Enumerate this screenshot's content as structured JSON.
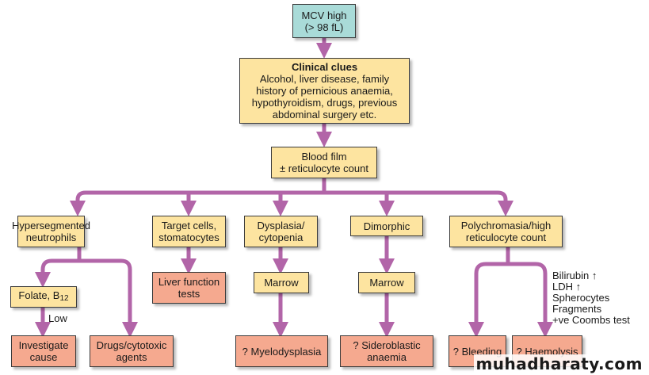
{
  "colors": {
    "connector": "#b265a8",
    "start_box": "#a9dbd8",
    "step_box": "#fde4a0",
    "outcome_box": "#f5a98f"
  },
  "nodes": {
    "mcv_high": "MCV high\n(> 98 fL)",
    "clinical_clues_title": "Clinical clues",
    "clinical_clues_body": "Alcohol, liver disease, family\nhistory of pernicious anaemia,\nhypothyroidism, drugs, previous\nabdominal surgery etc.",
    "blood_film": "Blood film\n± reticulocyte count",
    "hypersegmented": "Hypersegmented\nneutrophils",
    "target_cells": "Target cells,\nstomatocytes",
    "dysplasia": "Dysplasia/\ncytopenia",
    "dimorphic": "Dimorphic",
    "polychromasia": "Polychromasia/high\nreticulocyte count",
    "folate_b12_prefix": "Folate, B",
    "folate_b12_sub": "12",
    "liver_function": "Liver function\ntests",
    "marrow_1": "Marrow",
    "marrow_2": "Marrow",
    "investigate": "Investigate\ncause",
    "drugs": "Drugs/cytotoxic\nagents",
    "myelodysplasia": "? Myelodysplasia",
    "sideroblastic": "? Sideroblastic\nanaemia",
    "bleeding": "? Bleeding",
    "haemolysis": "? Haemolysis"
  },
  "labels": {
    "low": "Low",
    "haemolysis_findings": "Bilirubin ↑\nLDH ↑\nSpherocytes\nFragments\n+ve Coombs test"
  },
  "watermark": "muhadharaty.com"
}
